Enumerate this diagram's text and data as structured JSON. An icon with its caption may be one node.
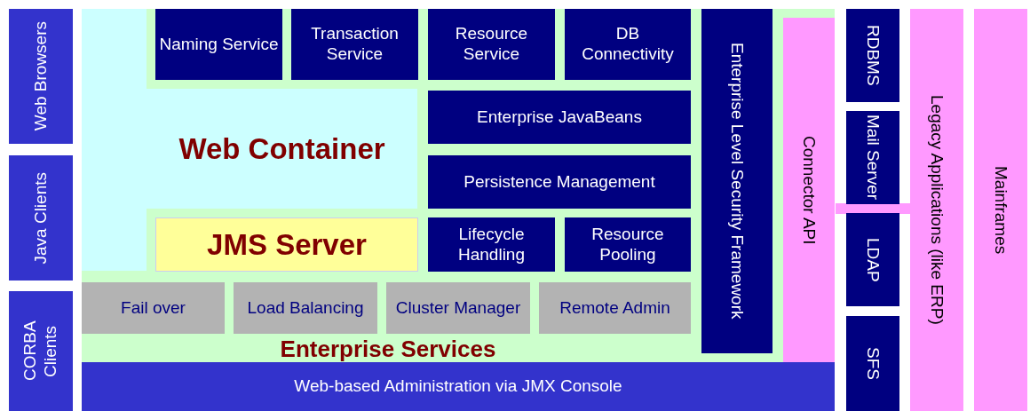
{
  "diagram": {
    "nodes": [
      {
        "text": [
          "Web Browsers"
        ]
      },
      {
        "text": [
          "Java Clients"
        ]
      },
      {
        "text": [
          "CORBA Clients"
        ]
      },
      {
        "text": [
          "Enterprise Services"
        ]
      },
      {
        "text": [
          "Web Container"
        ],
        "in": 3
      },
      {
        "text": [
          "Naming Service"
        ],
        "in": 3
      },
      {
        "text": [
          "Transaction Service"
        ],
        "in": 3
      },
      {
        "text": [
          "Resource Service"
        ],
        "in": 3
      },
      {
        "text": [
          "DB Connectivity"
        ],
        "in": 3
      },
      {
        "text": [
          "Enterprise JavaBeans"
        ],
        "in": 3
      },
      {
        "text": [
          "Persistence Management"
        ],
        "in": 3
      },
      {
        "text": [
          "JMS Server"
        ],
        "in": 3
      },
      {
        "text": [
          "Lifecycle Handling"
        ],
        "in": 3
      },
      {
        "text": [
          "Resource Pooling"
        ],
        "in": 3
      },
      {
        "text": [
          "Enterprise Level Security Framework"
        ],
        "in": 3
      },
      {
        "text": [
          "Connector API"
        ],
        "in": 3
      },
      {
        "text": [
          "Fail over"
        ],
        "in": 3
      },
      {
        "text": [
          "Load Balancing"
        ],
        "in": 3
      },
      {
        "text": [
          "Cluster Manager"
        ],
        "in": 3
      },
      {
        "text": [
          "Remote Admin"
        ],
        "in": 3
      },
      {
        "text": [
          "Web-based Administration via JMX Console"
        ]
      },
      {
        "text": [
          "RDBMS"
        ]
      },
      {
        "text": [
          "Mail Server"
        ]
      },
      {
        "text": [
          "LDAP"
        ]
      },
      {
        "text": [
          "SFS"
        ]
      },
      {
        "text": [
          "Legacy Applications (like ERP)"
        ]
      },
      {
        "text": [
          "Mainframes"
        ]
      },
      {
        "text": [],
        "shape": "bar"
      }
    ]
  }
}
